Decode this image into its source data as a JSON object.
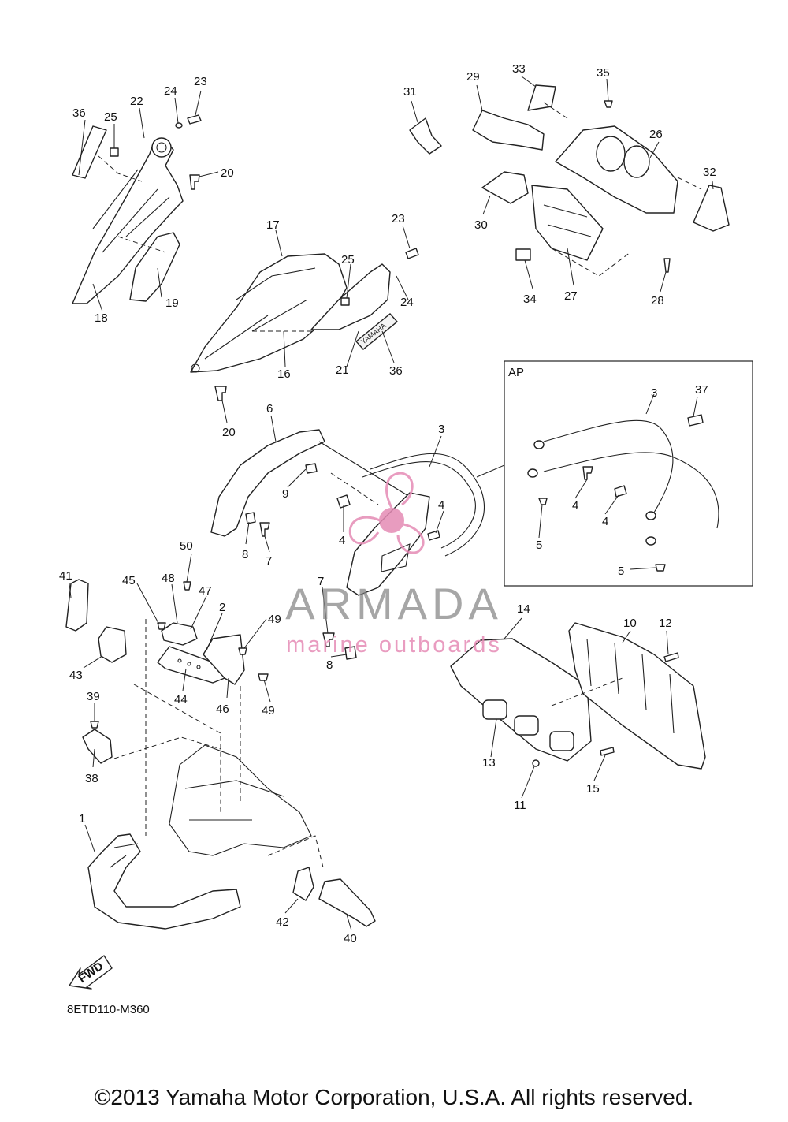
{
  "diagram": {
    "code": "8ETD110-M360",
    "inset_label": "AP",
    "fwd_label": "FWD",
    "copyright": "©2013 Yamaha Motor Corporation, U.S.A. All rights reserved.",
    "watermark": {
      "brand": "ARMADA",
      "tagline": "marine outboards",
      "color": "#e58bb5"
    },
    "callouts": {
      "c1": "1",
      "c2": "2",
      "c3": "3",
      "c3b": "3",
      "c4a": "4",
      "c4b": "4",
      "c4c": "4",
      "c4d": "4",
      "c5a": "5",
      "c5b": "5",
      "c6": "6",
      "c7a": "7",
      "c7b": "7",
      "c8a": "8",
      "c8b": "8",
      "c9": "9",
      "c10": "10",
      "c11": "11",
      "c12": "12",
      "c13": "13",
      "c14": "14",
      "c15": "15",
      "c16": "16",
      "c17": "17",
      "c18": "18",
      "c19": "19",
      "c20a": "20",
      "c20b": "20",
      "c21": "21",
      "c22": "22",
      "c23a": "23",
      "c23b": "23",
      "c24a": "24",
      "c24b": "24",
      "c25a": "25",
      "c25b": "25",
      "c26": "26",
      "c27": "27",
      "c28": "28",
      "c29": "29",
      "c30": "30",
      "c31": "31",
      "c32": "32",
      "c33": "33",
      "c34": "34",
      "c35": "35",
      "c36a": "36",
      "c36b": "36",
      "c37": "37",
      "c38": "38",
      "c39": "39",
      "c40": "40",
      "c41": "41",
      "c42": "42",
      "c43": "43",
      "c44": "44",
      "c45": "45",
      "c46": "46",
      "c47": "47",
      "c48": "48",
      "c49a": "49",
      "c49b": "49",
      "c50": "50"
    }
  }
}
